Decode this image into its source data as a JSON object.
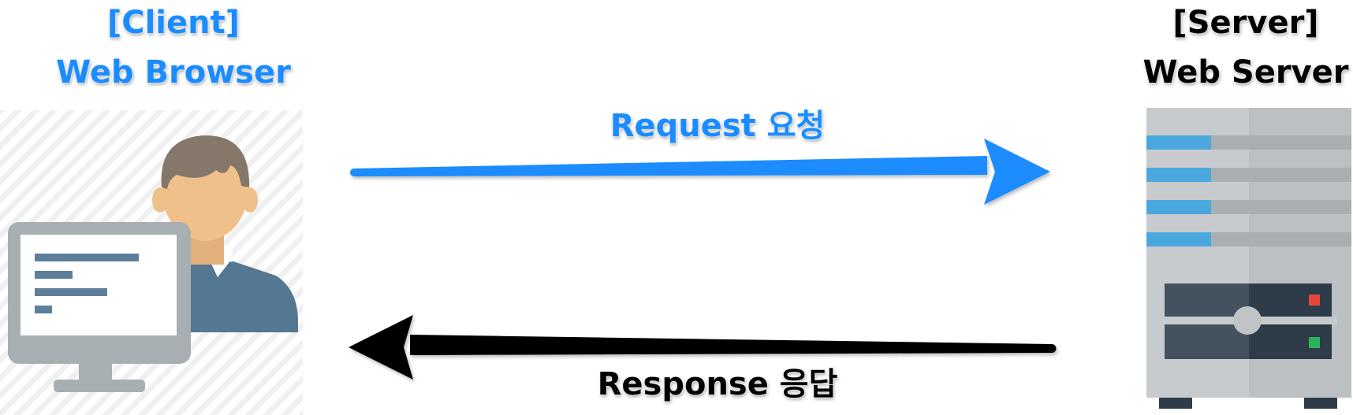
{
  "client": {
    "title": "[Client]",
    "subtitle": "Web Browser",
    "color": "#1a8cff"
  },
  "server": {
    "title": "[Server]",
    "subtitle": "Web Server",
    "color": "#000000"
  },
  "request": {
    "label": "Request 요청",
    "color": "#1a8cff",
    "direction": "client-to-server"
  },
  "response": {
    "label": "Response 응답",
    "color": "#000000",
    "direction": "server-to-client"
  },
  "icons": {
    "client": "user-at-computer-icon",
    "server": "server-tower-icon"
  }
}
